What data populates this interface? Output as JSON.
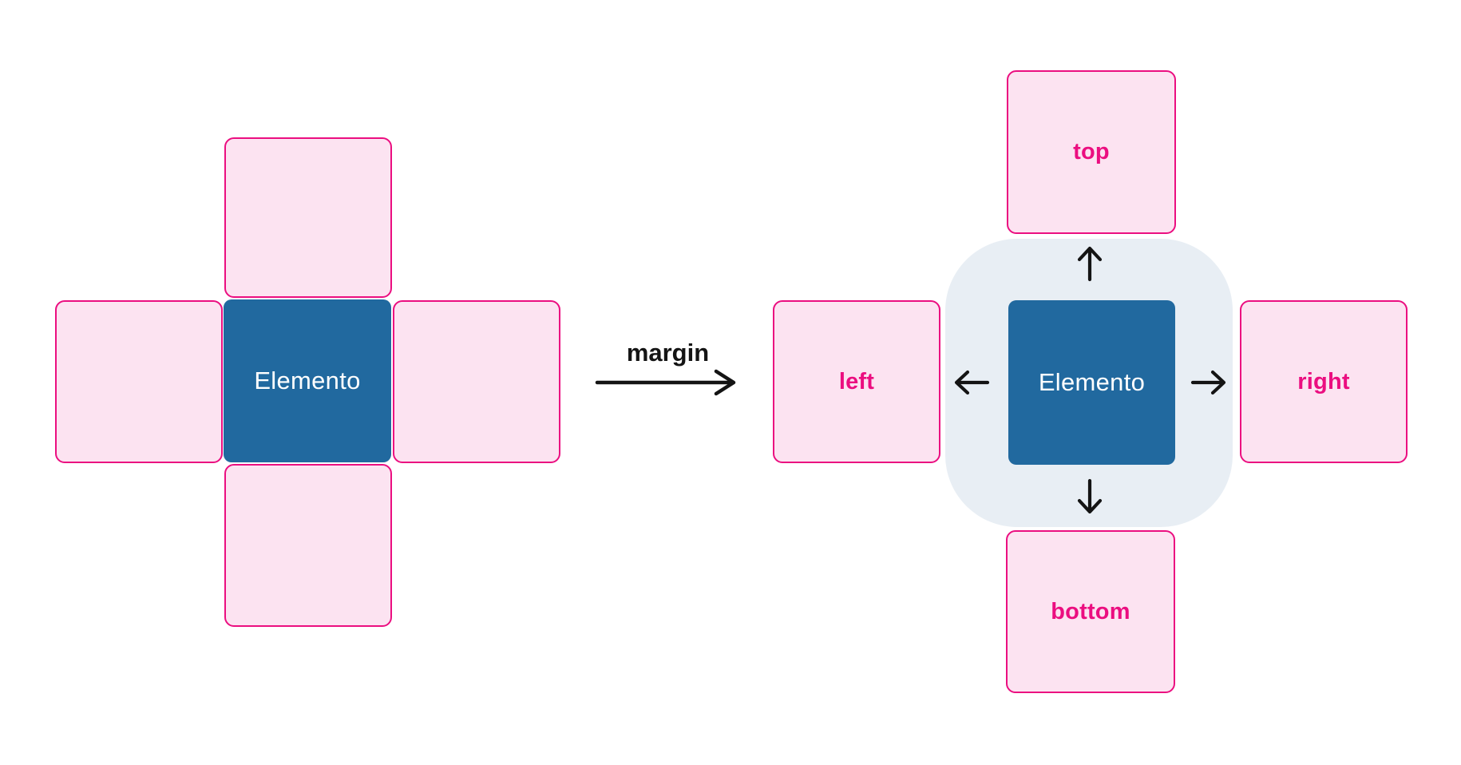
{
  "diagram": {
    "title_visible": false,
    "topic": "css-margin-sides",
    "colors": {
      "element_fill": "#21699F",
      "element_text": "#FFFFFF",
      "side_box_fill": "#FCE3F1",
      "side_box_border": "#EB0E80",
      "side_label_text": "#EB0E80",
      "margin_area_fill": "#E8EEF4",
      "arrow_color": "#141414",
      "background": "#FFFFFF"
    }
  },
  "left_diagram": {
    "element_label": "Elemento",
    "side_boxes": [
      "top",
      "left",
      "right",
      "bottom"
    ],
    "side_boxes_have_labels": false
  },
  "transition": {
    "label": "margin",
    "icon": "margin-arrow-right-icon"
  },
  "right_diagram": {
    "element_label": "Elemento",
    "margin_labels": {
      "top": "top",
      "left": "left",
      "right": "right",
      "bottom": "bottom"
    },
    "arrows": [
      "arrow-up-icon",
      "arrow-left-icon",
      "arrow-right-icon",
      "arrow-down-icon"
    ]
  }
}
